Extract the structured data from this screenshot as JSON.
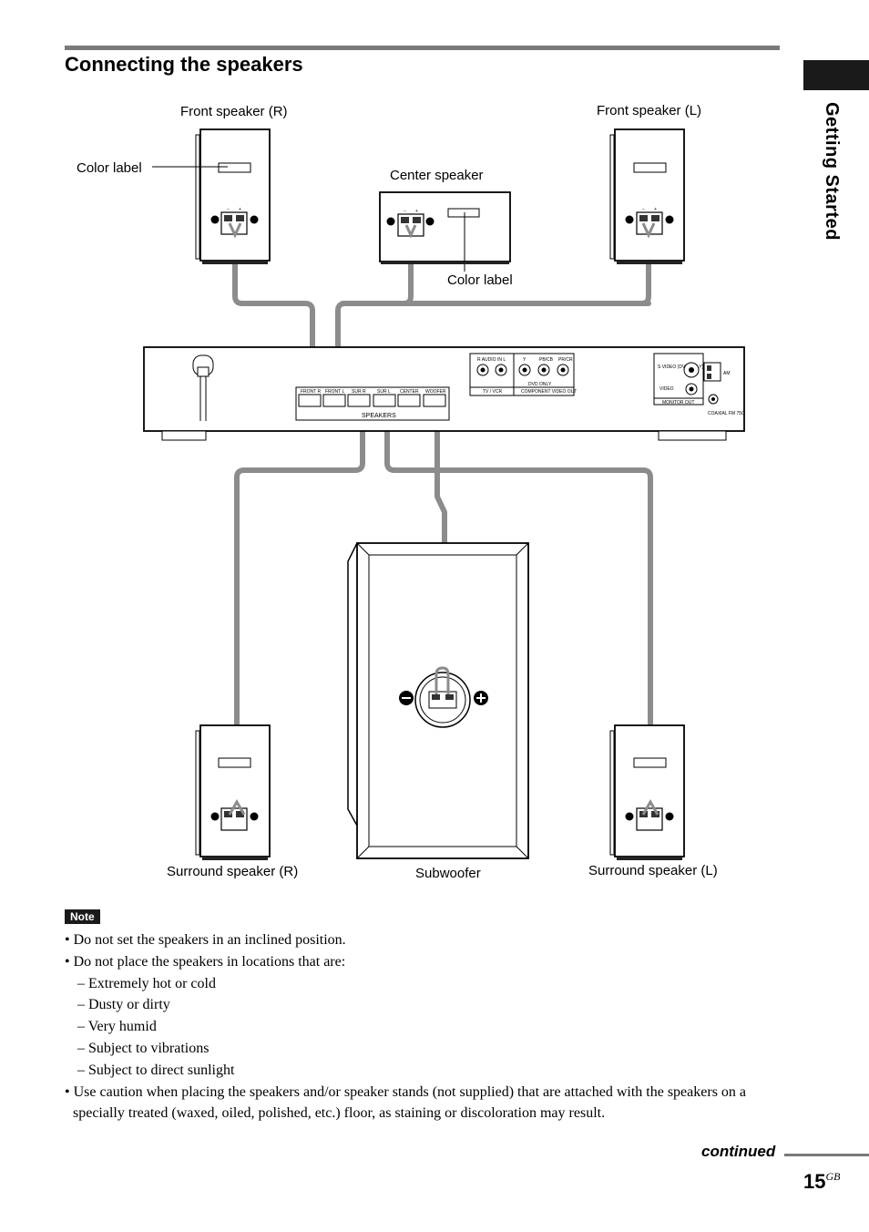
{
  "section_title": "Connecting the speakers",
  "side_tab": "Getting Started",
  "labels": {
    "front_r": "Front speaker (R)",
    "front_l": "Front speaker (L)",
    "center": "Center speaker",
    "color_label_1": "Color label",
    "color_label_2": "Color label",
    "surround_r": "Surround speaker (R)",
    "surround_l": "Surround speaker (L)",
    "subwoofer": "Subwoofer"
  },
  "unit": {
    "speakers_label": "SPEAKERS",
    "terminals": [
      "FRONT R",
      "FRONT L",
      "SUR R",
      "SUR L",
      "CENTER",
      "WOOFER"
    ],
    "tv_vcr": "TV / VCR",
    "audio_in": "R AUDIO IN L",
    "component_video_out": "COMPONENT VIDEO OUT",
    "video_jacks": [
      "Y",
      "PB/CB",
      "PR/CR"
    ],
    "dvd_only": "DVD ONLY",
    "s_video": "S VIDEO (DVD ONLY)",
    "video": "VIDEO",
    "monitor_out": "MONITOR OUT",
    "am": "AM",
    "coaxial": "COAXIAL FM 75Ω"
  },
  "note_badge": "Note",
  "notes": {
    "b1": "• Do not set the speakers in an inclined position.",
    "b2": "• Do not place the speakers in locations that are:",
    "sub": [
      "–  Extremely hot or cold",
      "–  Dusty or dirty",
      "–  Very humid",
      "–  Subject to vibrations",
      "–  Subject to direct sunlight"
    ],
    "b3": "• Use caution when placing the speakers and/or speaker stands (not supplied) that are attached with the speakers on a specially treated (waxed, oiled, polished, etc.) floor, as staining or discoloration may result."
  },
  "continued": "continued",
  "page_number": "15",
  "page_suffix": "GB"
}
